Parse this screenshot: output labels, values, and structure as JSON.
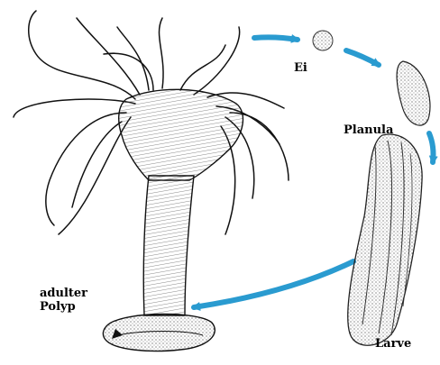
{
  "labels": {
    "egg": "Ei",
    "planula": "Planula",
    "larva": "Larve",
    "adult_line1": "adulter",
    "adult_line2": "Polyp"
  },
  "colors": {
    "arrow": "#2a9bd0",
    "ink": "#000000",
    "background": "#ffffff"
  },
  "stages_order": [
    "egg",
    "planula",
    "larva",
    "adult"
  ]
}
